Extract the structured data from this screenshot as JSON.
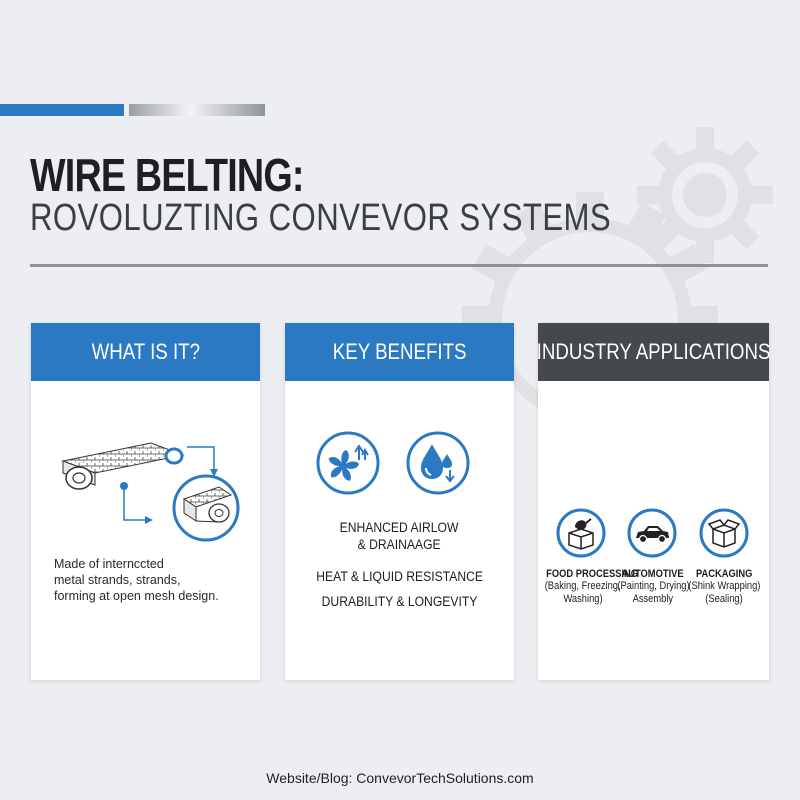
{
  "header": {
    "title": "WIRE BELTING:",
    "subtitle": "ROVOLUZTING CONVEVOR SYSTEMS"
  },
  "cards": [
    {
      "heading": "WHAT IS IT?",
      "description_lines": [
        "Made of internccted",
        "metal strands, strands,",
        "forming at open mesh design."
      ],
      "icon": "conveyor-belt-icon"
    },
    {
      "heading": "KEY BENEFITS",
      "benefits": [
        "ENHANCED AIRLOW",
        "& DRAINAAGE",
        "HEAT & LIQUID RESISTANCE",
        "DURABILITY & LONGEVITY"
      ],
      "icons": [
        "airflow-fan-icon",
        "water-drop-icon"
      ]
    },
    {
      "heading": "INDUSTRY APPLICATIONS",
      "applications": [
        {
          "title": "FOOD PROCESSING",
          "sub": [
            "(Baking, Freezing,",
            "Washing)"
          ],
          "icon": "food-box-icon"
        },
        {
          "title": "AUTOMOTIVE",
          "sub": [
            "(Painting, Drying)",
            "Assembly"
          ],
          "icon": "car-icon"
        },
        {
          "title": "PACKAGING",
          "sub": [
            "(Shink Wrapping)",
            "(Sealing)"
          ],
          "icon": "package-icon"
        }
      ]
    }
  ],
  "footer": {
    "text": "Website/Blog: ConvevorTechSolutions.com"
  },
  "colors": {
    "accent_blue": "#2a79c2",
    "dark_header": "#45484c",
    "background": "#eceef1"
  }
}
